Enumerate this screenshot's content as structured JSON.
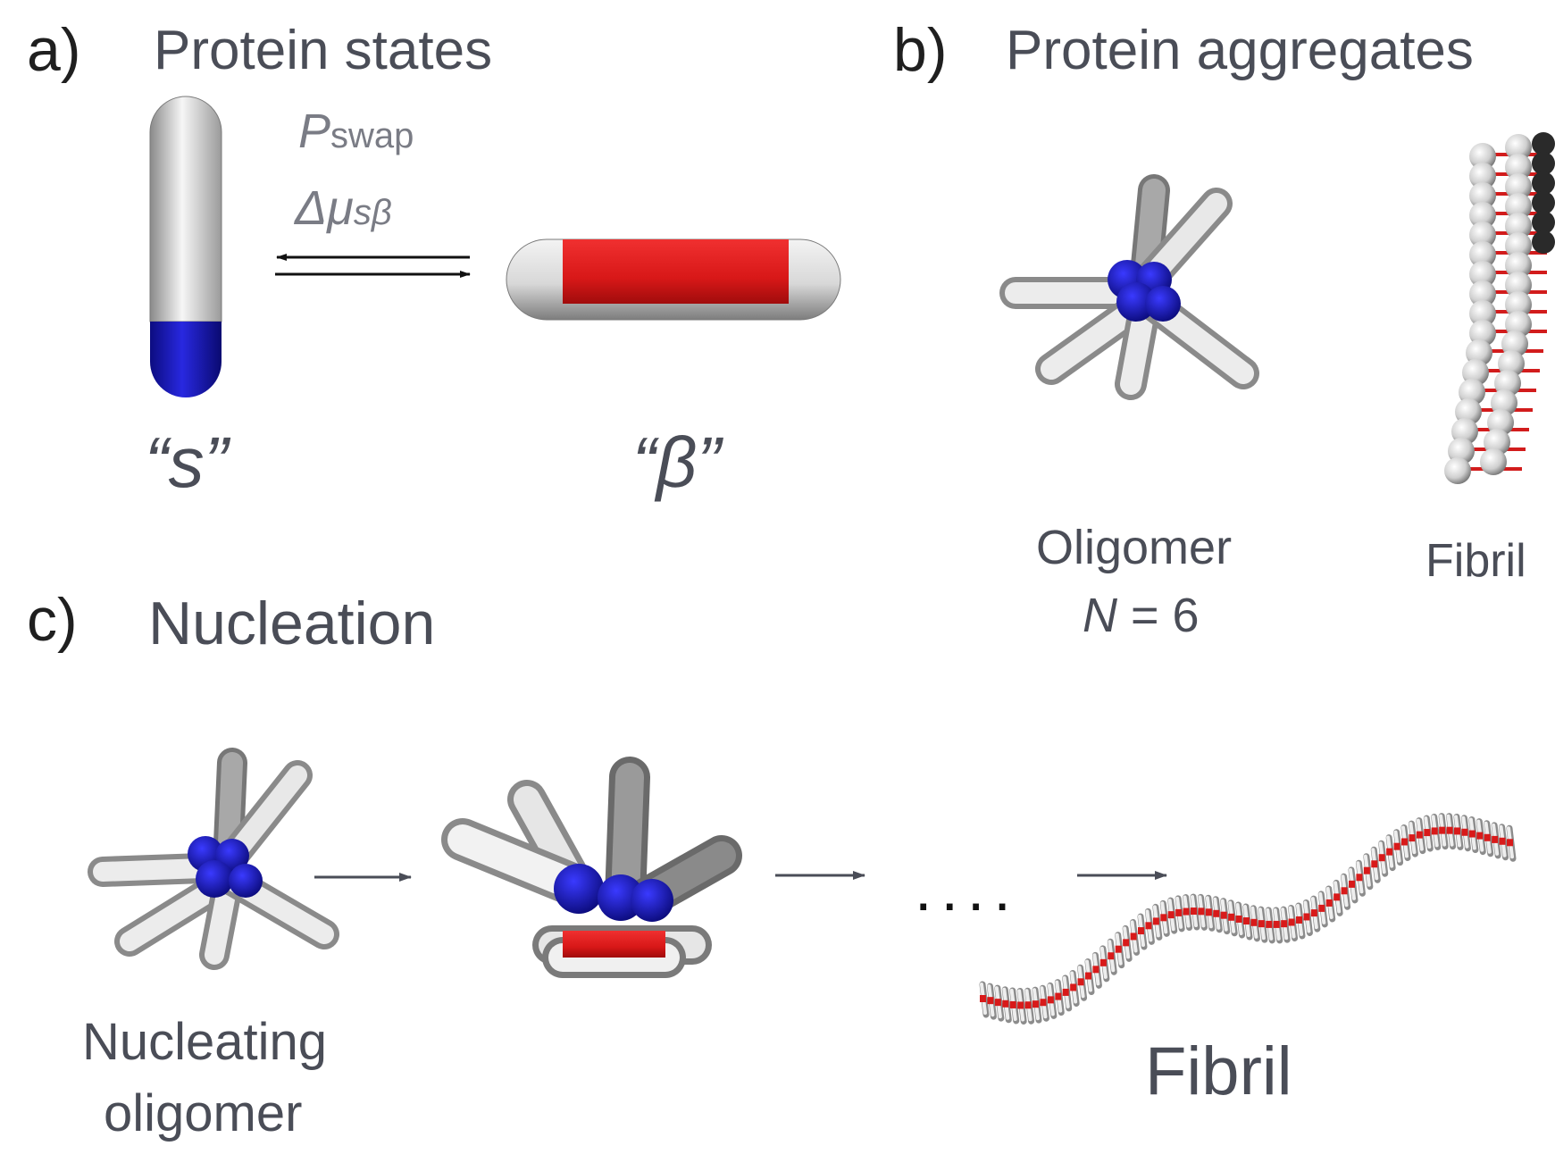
{
  "panel_a": {
    "letter": "a)",
    "title": "Protein states",
    "rate_symbol": "P",
    "rate_subscript": "swap",
    "chem_potential": "Δμ",
    "chem_subscript": "sβ",
    "state_s": "“s”",
    "state_beta": "“β”"
  },
  "panel_b": {
    "letter": "b)",
    "title": "Protein aggregates",
    "oligomer_label": "Oligomer",
    "oligomer_n_symbol": "N",
    "oligomer_n_eq": " = 6",
    "fibril_label": "Fibril"
  },
  "panel_c": {
    "letter": "c)",
    "title": "Nucleation",
    "dots": "....",
    "nucleating_line1": "Nucleating",
    "nucleating_line2": "oligomer",
    "fibril_label": "Fibril"
  },
  "colors": {
    "patch": "#1010b8",
    "beta_body": "#e01a1a",
    "rod": "#dcdcdc",
    "arrow": "#4a4d57"
  }
}
